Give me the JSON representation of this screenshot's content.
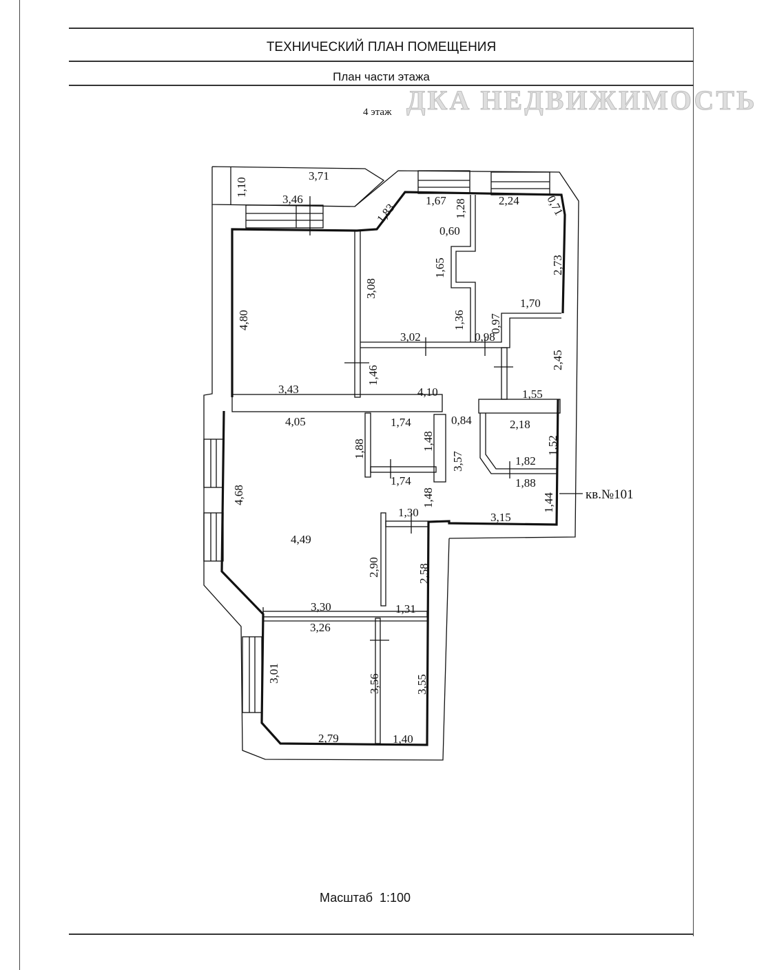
{
  "header": {
    "title": "ТЕХНИЧЕСКИЙ ПЛАН ПОМЕЩЕНИЯ",
    "subtitle": "План части этажа",
    "floor": "4 этаж",
    "watermark": "ДКА НЕДВИЖИМОСТЬ"
  },
  "plan": {
    "apartment_label": "кв.№101",
    "dimensions": [
      "3,71",
      "1,10",
      "3,46",
      "1,83",
      "1,67",
      "1,28",
      "2,24",
      "0,71",
      "0,60",
      "1,65",
      "2,73",
      "4,80",
      "3,08",
      "1,36",
      "0,97",
      "1,70",
      "3,02",
      "0,98",
      "2,45",
      "1,46",
      "3,43",
      "4,10",
      "1,55",
      "4,05",
      "1,74",
      "0,84",
      "2,18",
      "1,88",
      "1,48",
      "3,57",
      "1,52",
      "1,82",
      "1,74",
      "1,88",
      "1,48",
      "1,30",
      "3,15",
      "1,44",
      "4,68",
      "4,49",
      "2,90",
      "2,58",
      "3,30",
      "1,31",
      "3,26",
      "3,01",
      "3,56",
      "3,55",
      "2,79",
      "1,40"
    ]
  },
  "footer": {
    "scale": "Масштаб  1:100"
  }
}
